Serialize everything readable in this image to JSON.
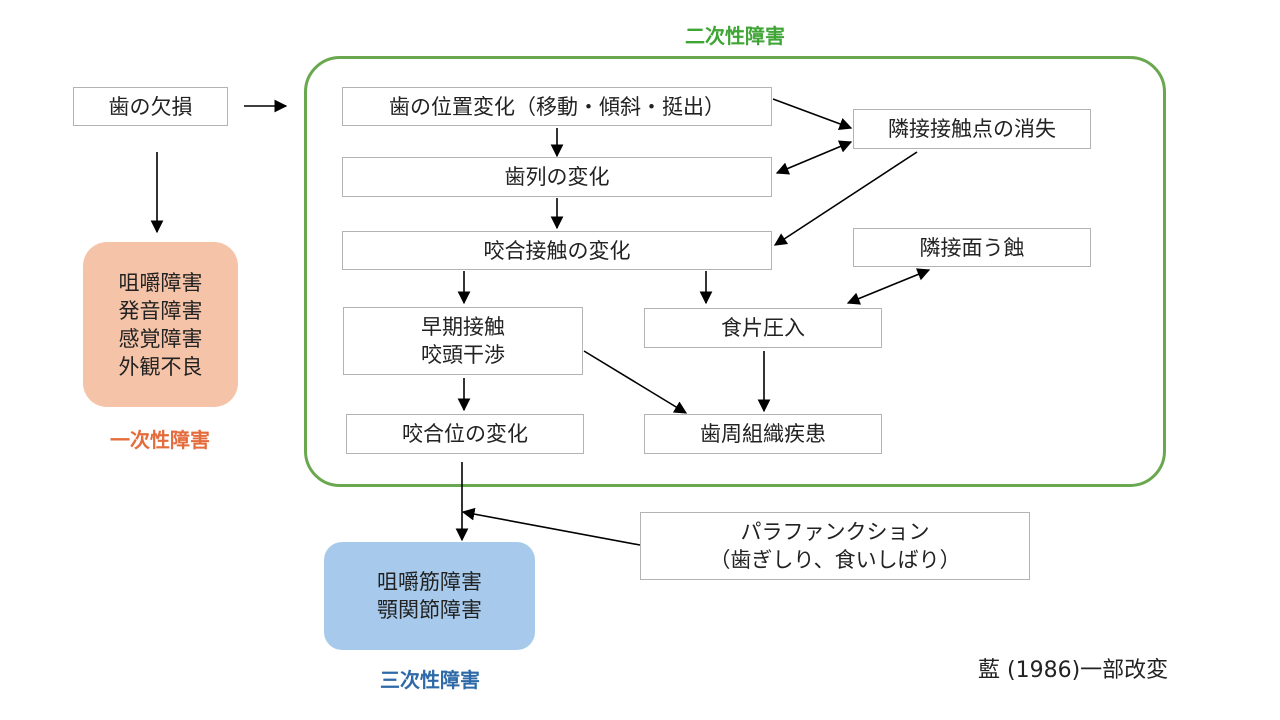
{
  "labels": {
    "secondary": "二次性障害",
    "primary": "一次性障害",
    "tertiary": "三次性障害"
  },
  "colors": {
    "secondary": "#3fa535",
    "primary": "#e46c3c",
    "tertiary": "#2e6aa8",
    "primary_box": "#f5c3a7",
    "tertiary_box": "#a7caec",
    "group_border": "#6aa84f"
  },
  "nodes": {
    "tooth_loss": "歯の欠損",
    "tooth_position_change": "歯の位置変化（移動・傾斜・挺出）",
    "contact_point_loss": "隣接接触点の消失",
    "dentition_change": "歯列の変化",
    "occlusal_contact_change": "咬合接触の変化",
    "proximal_caries": "隣接面う蝕",
    "premature_contact": [
      "早期接触",
      "咬頭干渉"
    ],
    "food_impaction": "食片圧入",
    "occlusal_position_change": "咬合位の変化",
    "periodontal_disease": "歯周組織疾患",
    "parafunction": [
      "パラファンクション",
      "（歯ぎしり、食いしばり）"
    ]
  },
  "primary_disorders": [
    "咀嚼障害",
    "発音障害",
    "感覚障害",
    "外観不良"
  ],
  "tertiary_disorders": [
    "咀嚼筋障害",
    "顎関節障害"
  ],
  "citation": "藍 (1986)一部改変"
}
